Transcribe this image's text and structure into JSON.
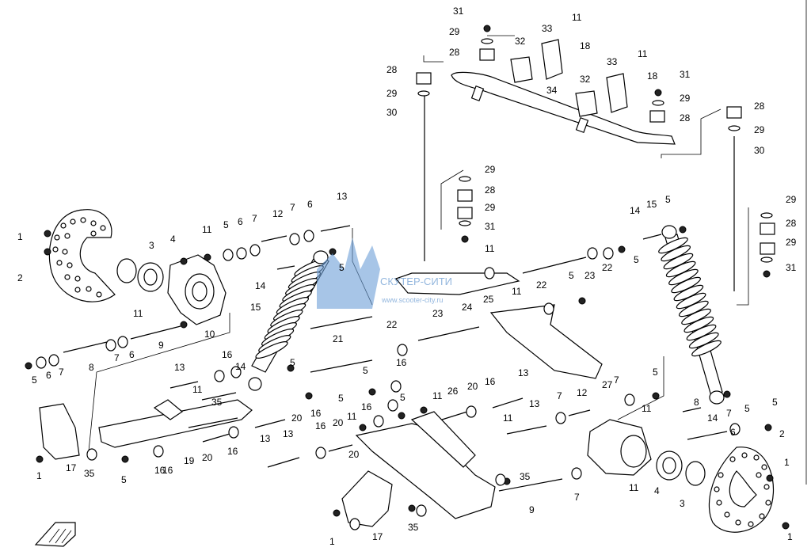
{
  "watermark": {
    "name": "СКУТЕР-СИТИ",
    "url": "www.scooter-city.ru"
  },
  "labels": [
    {
      "id": "l31a",
      "t": "31"
    },
    {
      "id": "l29a",
      "t": "29"
    },
    {
      "id": "l28a",
      "t": "28"
    },
    {
      "id": "l11a",
      "t": "11"
    },
    {
      "id": "l32a",
      "t": "32"
    },
    {
      "id": "l33a",
      "t": "33"
    },
    {
      "id": "l18a",
      "t": "18"
    },
    {
      "id": "l28b",
      "t": "28"
    },
    {
      "id": "l29b",
      "t": "29"
    },
    {
      "id": "l30a",
      "t": "30"
    },
    {
      "id": "l34",
      "t": "34"
    },
    {
      "id": "l33b",
      "t": "33"
    },
    {
      "id": "l11b",
      "t": "11"
    },
    {
      "id": "l18b",
      "t": "18"
    },
    {
      "id": "l32b",
      "t": "32"
    },
    {
      "id": "l31b",
      "t": "31"
    },
    {
      "id": "l29c",
      "t": "29"
    },
    {
      "id": "l28c",
      "t": "28"
    },
    {
      "id": "l28d",
      "t": "28"
    },
    {
      "id": "l29d",
      "t": "29"
    },
    {
      "id": "l30b",
      "t": "30"
    },
    {
      "id": "l29e",
      "t": "29"
    },
    {
      "id": "l28e",
      "t": "28"
    },
    {
      "id": "l29f",
      "t": "29"
    },
    {
      "id": "l31c",
      "t": "31"
    },
    {
      "id": "l29g",
      "t": "29"
    },
    {
      "id": "l28f",
      "t": "28"
    },
    {
      "id": "l29h",
      "t": "29"
    },
    {
      "id": "l31d",
      "t": "31"
    },
    {
      "id": "l1a",
      "t": "1"
    },
    {
      "id": "l2a",
      "t": "2"
    },
    {
      "id": "l3a",
      "t": "3"
    },
    {
      "id": "l4a",
      "t": "4"
    },
    {
      "id": "l11c",
      "t": "11"
    },
    {
      "id": "l5a",
      "t": "5"
    },
    {
      "id": "l6a",
      "t": "6"
    },
    {
      "id": "l7a",
      "t": "7"
    },
    {
      "id": "l12a",
      "t": "12"
    },
    {
      "id": "l7b",
      "t": "7"
    },
    {
      "id": "l6b",
      "t": "6"
    },
    {
      "id": "l13a",
      "t": "13"
    },
    {
      "id": "l14a",
      "t": "14"
    },
    {
      "id": "l5b",
      "t": "5"
    },
    {
      "id": "l15a",
      "t": "15"
    },
    {
      "id": "l11d",
      "t": "11"
    },
    {
      "id": "l10",
      "t": "10"
    },
    {
      "id": "l9a",
      "t": "9"
    },
    {
      "id": "l8a",
      "t": "8"
    },
    {
      "id": "l7c",
      "t": "7"
    },
    {
      "id": "l6c",
      "t": "6"
    },
    {
      "id": "l5c",
      "t": "5"
    },
    {
      "id": "l6d",
      "t": "6"
    },
    {
      "id": "l7d",
      "t": "7"
    },
    {
      "id": "l21",
      "t": "21"
    },
    {
      "id": "l11e",
      "t": "11"
    },
    {
      "id": "l22a",
      "t": "22"
    },
    {
      "id": "l23a",
      "t": "23"
    },
    {
      "id": "l24",
      "t": "24"
    },
    {
      "id": "l25",
      "t": "25"
    },
    {
      "id": "l11f",
      "t": "11"
    },
    {
      "id": "l22b",
      "t": "22"
    },
    {
      "id": "l5d",
      "t": "5"
    },
    {
      "id": "l23b",
      "t": "23"
    },
    {
      "id": "l22c",
      "t": "22"
    },
    {
      "id": "l5e",
      "t": "5"
    },
    {
      "id": "l14b",
      "t": "14"
    },
    {
      "id": "l15b",
      "t": "15"
    },
    {
      "id": "l5f",
      "t": "5"
    },
    {
      "id": "l13b",
      "t": "13"
    },
    {
      "id": "l16a",
      "t": "16"
    },
    {
      "id": "l14c",
      "t": "14"
    },
    {
      "id": "l11g",
      "t": "11"
    },
    {
      "id": "l35a",
      "t": "35"
    },
    {
      "id": "l5g",
      "t": "5"
    },
    {
      "id": "l5h",
      "t": "5"
    },
    {
      "id": "l16b",
      "t": "16"
    },
    {
      "id": "l5i",
      "t": "5"
    },
    {
      "id": "l20a",
      "t": "20"
    },
    {
      "id": "l16c",
      "t": "16"
    },
    {
      "id": "l11h",
      "t": "11"
    },
    {
      "id": "l26",
      "t": "26"
    },
    {
      "id": "l20b",
      "t": "20"
    },
    {
      "id": "l16d",
      "t": "16"
    },
    {
      "id": "l13c",
      "t": "13"
    },
    {
      "id": "l5j",
      "t": "5"
    },
    {
      "id": "l16e",
      "t": "16"
    },
    {
      "id": "l13d",
      "t": "13"
    },
    {
      "id": "l20c",
      "t": "20"
    },
    {
      "id": "l16f",
      "t": "16"
    },
    {
      "id": "l19",
      "t": "19"
    },
    {
      "id": "l20d",
      "t": "20"
    },
    {
      "id": "l13e",
      "t": "13"
    },
    {
      "id": "l16g",
      "t": "16"
    },
    {
      "id": "l20e",
      "t": "20"
    },
    {
      "id": "l11i",
      "t": "11"
    },
    {
      "id": "l16h",
      "t": "16"
    },
    {
      "id": "l13f",
      "t": "13"
    },
    {
      "id": "l7e",
      "t": "7"
    },
    {
      "id": "l12b",
      "t": "12"
    },
    {
      "id": "l27",
      "t": "27"
    },
    {
      "id": "l7f",
      "t": "7"
    },
    {
      "id": "l11j",
      "t": "11"
    },
    {
      "id": "l5k",
      "t": "5"
    },
    {
      "id": "l8b",
      "t": "8"
    },
    {
      "id": "l14d",
      "t": "14"
    },
    {
      "id": "l5l",
      "t": "5"
    },
    {
      "id": "l5m",
      "t": "5"
    },
    {
      "id": "l7g",
      "t": "7"
    },
    {
      "id": "l6e",
      "t": "6"
    },
    {
      "id": "l2b",
      "t": "2"
    },
    {
      "id": "l1b",
      "t": "1"
    },
    {
      "id": "l1c",
      "t": "1"
    },
    {
      "id": "l17a",
      "t": "17"
    },
    {
      "id": "l1d",
      "t": "1"
    },
    {
      "id": "l35b",
      "t": "35"
    },
    {
      "id": "l5n",
      "t": "5"
    },
    {
      "id": "l16i",
      "t": "16"
    },
    {
      "id": "l35c",
      "t": "35"
    },
    {
      "id": "l9b",
      "t": "9"
    },
    {
      "id": "l7h",
      "t": "7"
    },
    {
      "id": "l11k",
      "t": "11"
    },
    {
      "id": "l4b",
      "t": "4"
    },
    {
      "id": "l3b",
      "t": "3"
    },
    {
      "id": "l17b",
      "t": "17"
    },
    {
      "id": "l1e",
      "t": "1"
    },
    {
      "id": "l35d",
      "t": "35"
    },
    {
      "id": "l11l",
      "t": "11"
    }
  ]
}
